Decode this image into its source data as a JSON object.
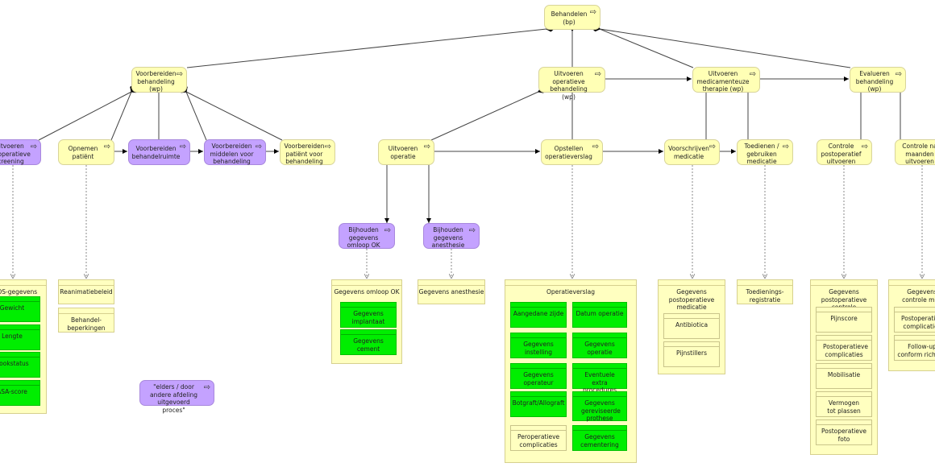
{
  "diagram": {
    "colors": {
      "process_yellow": "#ffffb5",
      "process_purple": "#c4a2ff",
      "object_fill": "#ffffc0",
      "data_green": "#00ee00"
    },
    "processes": {
      "behandelen": "Behandelen (bp)",
      "voorbereiden_behandeling": "Voorbereiden behandeling (wp)",
      "uitvoeren_operatieve_behandeling": "Uitvoeren operatieve behandeling (wp)",
      "uitvoeren_medicamenteuze_therapie": "Uitvoeren medicamenteuze therapie (wp)",
      "evalueren_behandeling": "Evalueren behandeling (wp)",
      "uitvoeren_preoperatieve_screening": "Uitvoeren preoperatieve screening",
      "opnemen_patient": "Opnemen patiënt",
      "voorbereiden_behandelruimte": "Voorbereiden behandelruimte",
      "voorbereiden_middelen": "Voorbereiden middelen voor behandeling",
      "voorbereiden_patient": "Voorbereiden patiënt voor behandeling",
      "uitvoeren_operatie": "Uitvoeren operatie",
      "opstellen_operatieverslag": "Opstellen operatieverslag",
      "voorschrijven_medicatie": "Voorschrijven medicatie",
      "toedienen_medicatie": "Toedienen / gebruiken medicatie",
      "controle_postoperatief": "Controle postoperatief uitvoeren",
      "controle_maanden": "Controle na maanden uitvoeren",
      "bijhouden_omloop": "Bijhouden gegevens omloop OK",
      "bijhouden_anesthesie": "Bijhouden gegevens anesthesie",
      "legend_elders": "\"elders / door andere afdeling uitgevoerd proces\""
    },
    "data_objects": {
      "pos_gegevens": {
        "title": "POS-gegevens",
        "items": [
          "Gewicht",
          "Lengte",
          "Rookstatus",
          "ASA-score"
        ]
      },
      "reanimatiebeleid": {
        "title": "Reanimatiebeleid"
      },
      "behandelbeperkingen": {
        "title": "Behandel-beperkingen"
      },
      "omloop_ok": {
        "title": "Gegevens omloop OK",
        "items": [
          "Gegevens implantaat",
          "Gegevens cement"
        ]
      },
      "anesthesie": {
        "title": "Gegevens anesthesie"
      },
      "operatieverslag": {
        "title": "Operatieverslag",
        "items": [
          "Aangedane zijde",
          "Datum operatie",
          "Gegevens instelling",
          "Gegevens operatie",
          "Gegevens operateur",
          "Eventuele extra procedures",
          "Botgraft/Allograft",
          "Gegevens gereviseerde prothese",
          "Peroperatieve complicaties",
          "Gegevens cementering"
        ]
      },
      "postop_medicatie": {
        "title": "Gegevens postoperatieve medicatie",
        "items": [
          "Antibiotica",
          "Pijnstillers"
        ]
      },
      "toedieningsregistratie": {
        "title": "Toedienings-registratie"
      },
      "postop_controle": {
        "title": "Gegevens postoperatieve controle",
        "items": [
          "Pijnscore",
          "Postoperatieve complicaties",
          "Mobilisatie",
          "Vermogen tot plassen",
          "Postoperatieve foto"
        ]
      },
      "controle_mnd": {
        "title": "Gegevens controle mnd",
        "items": [
          "Postoperatieve complicaties",
          "Follow-up conform richtlijn"
        ]
      }
    }
  }
}
